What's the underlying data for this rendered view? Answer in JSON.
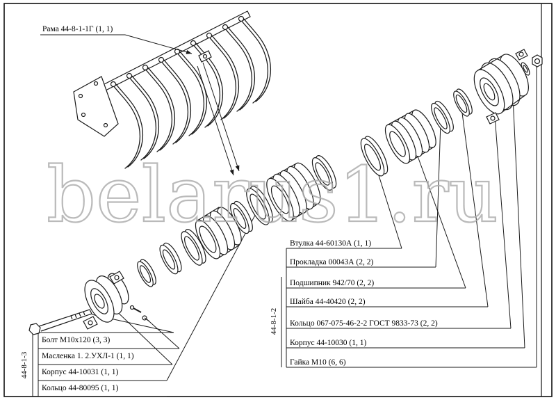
{
  "watermark": "belarus1.ru",
  "frame_label": "Рама 44-8-1-1Г (1, 1)",
  "right_group": {
    "code": "44-8-1-2",
    "labels": [
      "Втулка 44-60130А (1, 1)",
      "Прокладка 00043А (2, 2)",
      "Подшипник 942/70 (2, 2)",
      "Шайба 44-40420 (2, 2)",
      "Кольцо 067-075-46-2-2 ГОСТ 9833-73 (2, 2)",
      "Корпус 44-10030 (1, 1)",
      "Гайка М10 (6, 6)"
    ]
  },
  "left_group": {
    "code": "44-8-1-3",
    "labels": [
      "Болт М10х120 (3, 3)",
      "Масленка 1. 2.УХЛ-1 (1, 1)",
      "Корпус 44-10031 (1, 1)",
      "Кольцо 44-80095 (1, 1)"
    ]
  }
}
